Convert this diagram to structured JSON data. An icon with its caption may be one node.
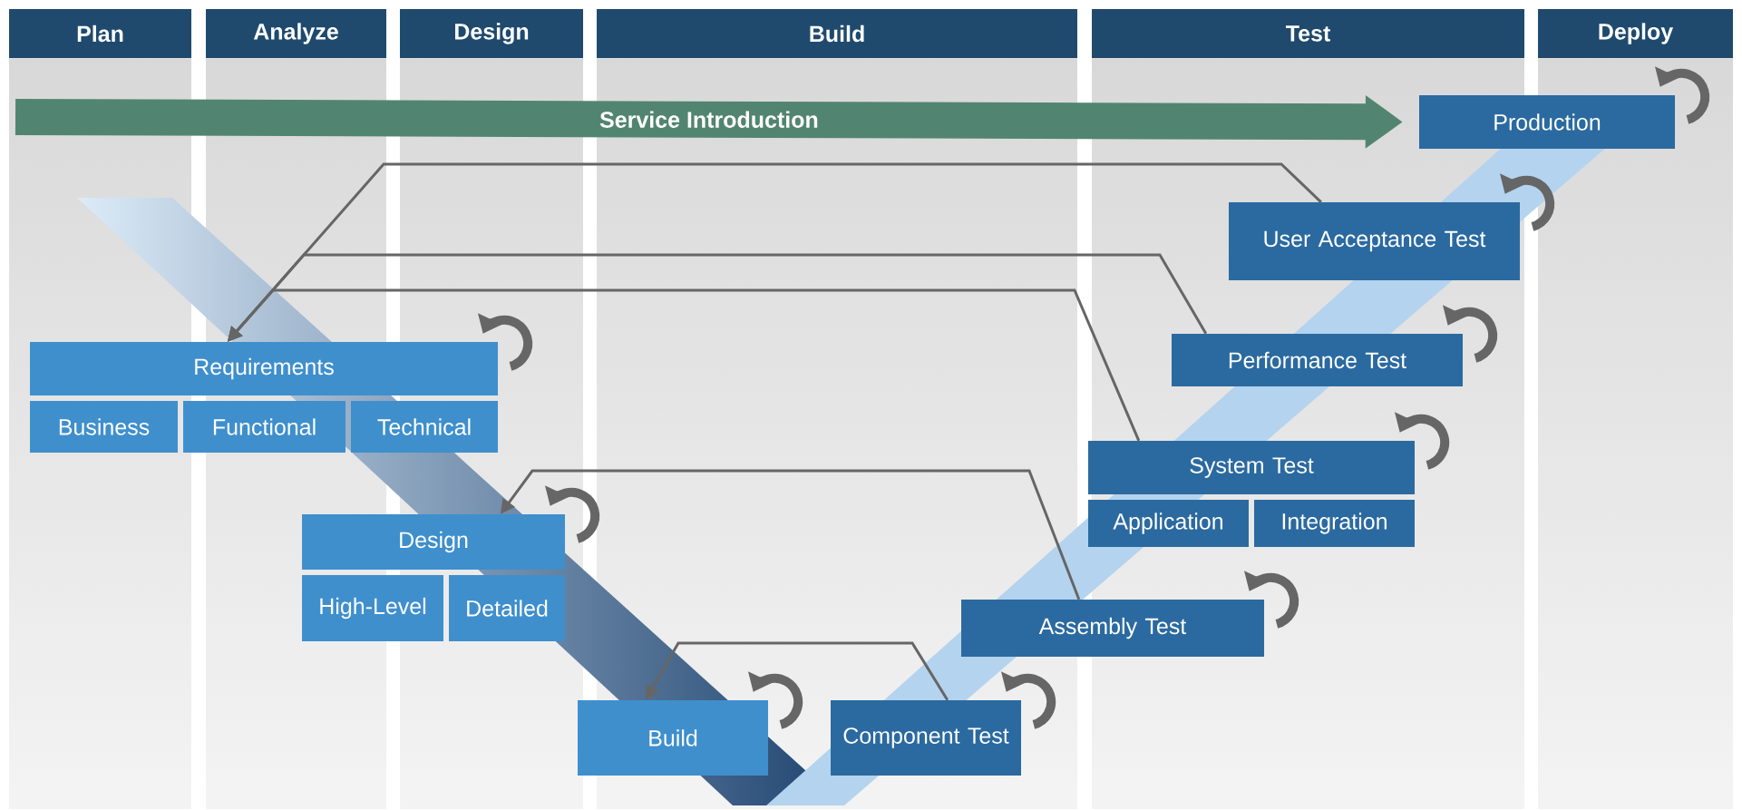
{
  "diagram": {
    "nodes": [
      {
        "text": [
          "Plan"
        ]
      },
      {
        "text": [
          "Analyze"
        ]
      },
      {
        "text": [
          "Design"
        ]
      },
      {
        "text": [
          "Build"
        ]
      },
      {
        "text": [
          "Test"
        ]
      },
      {
        "text": [
          "Deploy"
        ]
      },
      {
        "text": [
          "Production"
        ]
      },
      {
        "text": [
          "User Acceptance Test"
        ]
      },
      {
        "text": [
          "Performance Test"
        ]
      },
      {
        "text": [
          "Requirements"
        ]
      },
      {
        "text": [
          "Business"
        ]
      },
      {
        "text": [
          "Functional"
        ]
      },
      {
        "text": [
          "Technical"
        ]
      },
      {
        "text": [
          "System Test"
        ]
      },
      {
        "text": [
          "Application"
        ]
      },
      {
        "text": [
          "Integration"
        ]
      },
      {
        "text": [
          "Design"
        ]
      },
      {
        "text": [
          "High-Level"
        ]
      },
      {
        "text": [
          "Detailed"
        ]
      },
      {
        "text": [
          "Assembly Test"
        ]
      },
      {
        "text": [
          "Build"
        ]
      },
      {
        "text": [
          "Component Test"
        ]
      }
    ],
    "edges": [
      {
        "from": null,
        "to": 6,
        "arrow": "to",
        "label": "Service Introduction",
        "style": "thick",
        "color": "#528571"
      },
      {
        "from": 7,
        "to": 9,
        "arrow": "to"
      },
      {
        "from": 8,
        "to": 9,
        "arrow": "to"
      },
      {
        "from": 13,
        "to": 9,
        "arrow": "to"
      },
      {
        "from": 19,
        "to": 16,
        "arrow": "to"
      },
      {
        "from": 21,
        "to": 20,
        "arrow": "to"
      }
    ]
  }
}
